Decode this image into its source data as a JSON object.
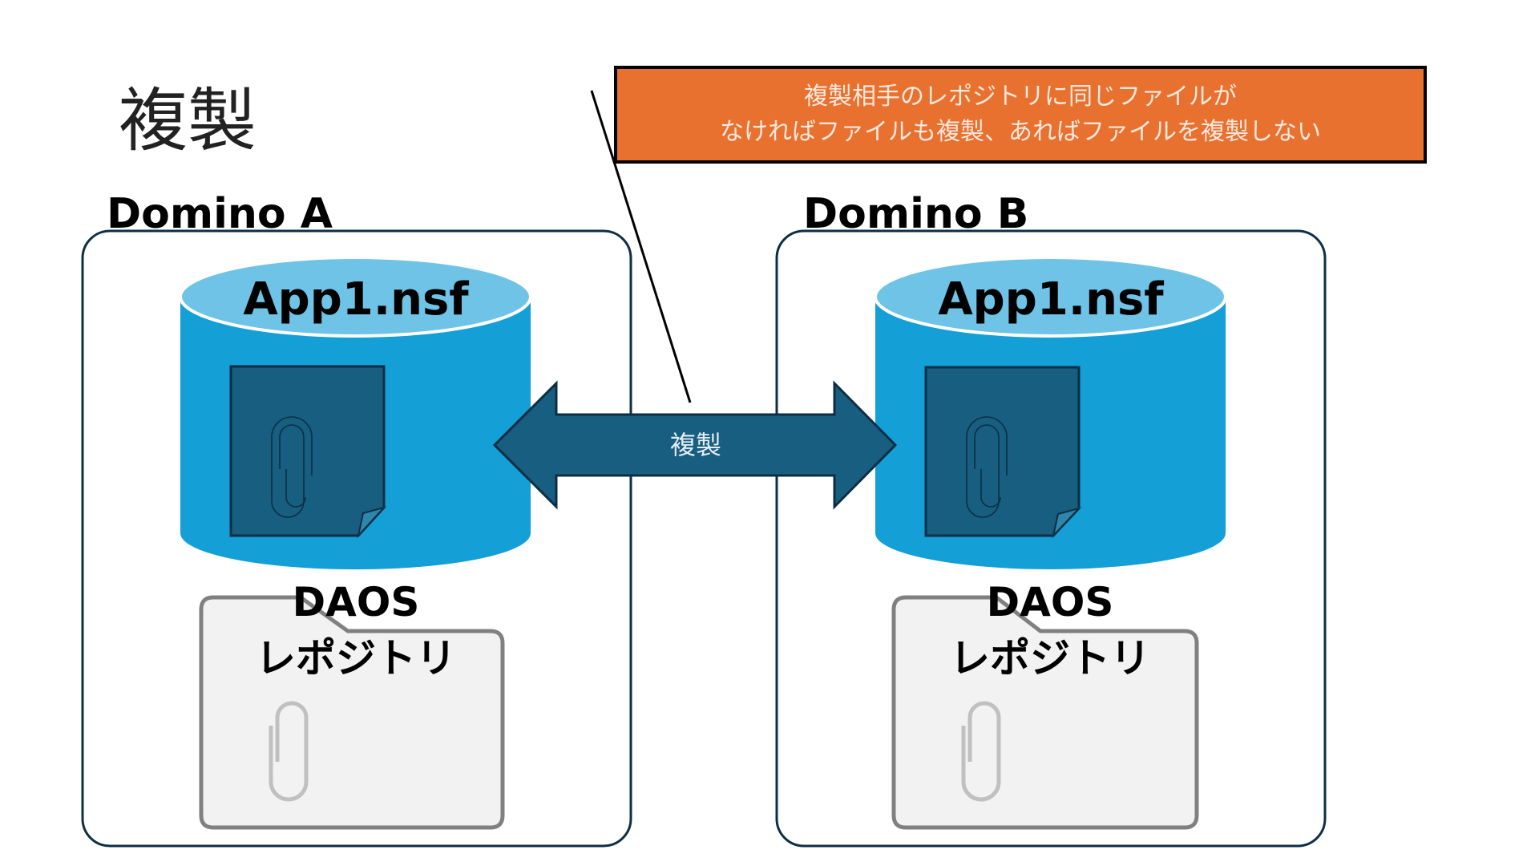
{
  "slide": {
    "title": "複製",
    "callout": {
      "line1": "複製相手のレポジトリに同じファイルが",
      "line2": "なければファイルも複製、あればファイルを複製しない"
    },
    "arrow_label": "複製"
  },
  "servers": [
    {
      "name": "Domino A",
      "database": "App1.nsf",
      "repository_line1": "DAOS",
      "repository_line2": "レポジトリ"
    },
    {
      "name": "Domino B",
      "database": "App1.nsf",
      "repository_line1": "DAOS",
      "repository_line2": "レポジトリ"
    }
  ],
  "icons": {
    "database": "cylinder-database-icon",
    "document": "attachment-document-icon",
    "folder": "folder-icon",
    "paperclip": "paperclip-icon",
    "arrow": "double-arrow-icon"
  },
  "colors": {
    "callout_fill": "#e8712f",
    "callout_border": "#000000",
    "db_top": "#6fc3e6",
    "db_body": "#149fd6",
    "document_fill": "#175e80",
    "arrow_fill": "#175e80",
    "outline_dark": "#0d2e45",
    "folder_fill": "#f2f2f2",
    "folder_stroke": "#808080",
    "paperclip_gray": "#c0c0c0"
  }
}
